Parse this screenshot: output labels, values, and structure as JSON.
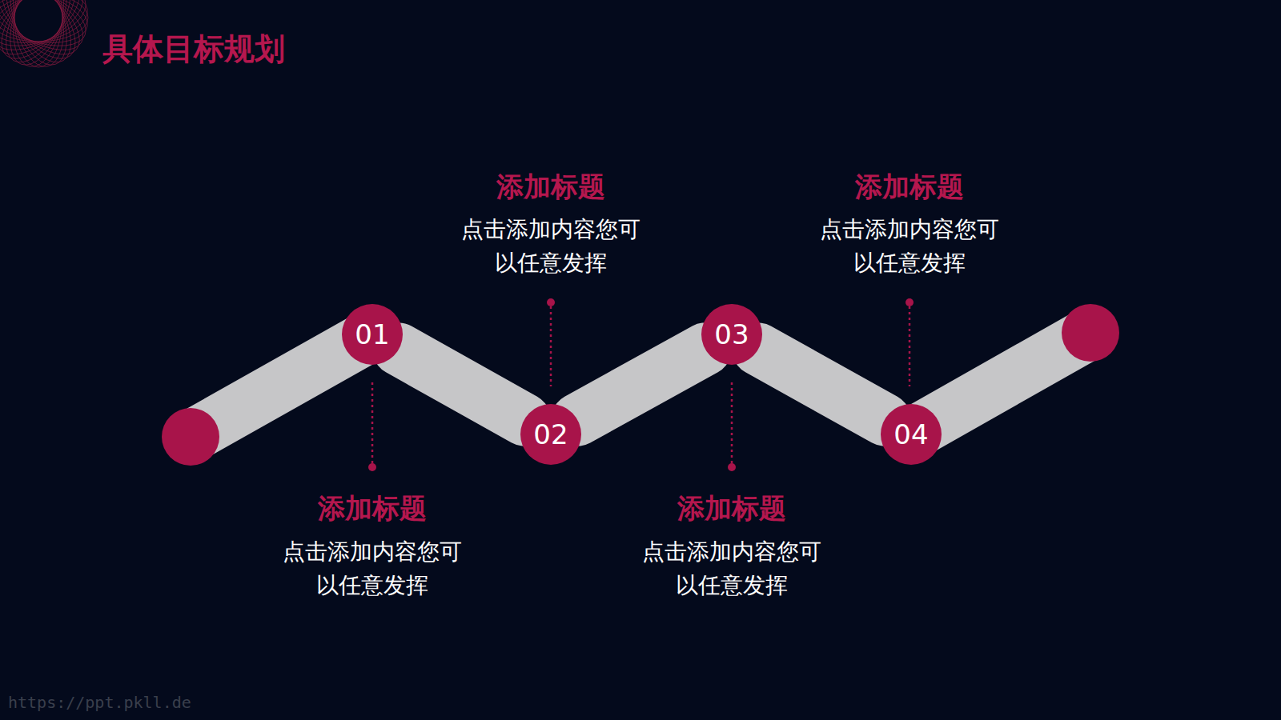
{
  "diagram": {
    "title": "具体目标规划",
    "nodes": [
      {
        "text": [
          "01"
        ]
      },
      {
        "text": [
          "02"
        ]
      },
      {
        "text": [
          "03"
        ]
      },
      {
        "text": [
          "04"
        ]
      }
    ],
    "edges": [
      {
        "from": 0,
        "to": 1,
        "arrow": "none"
      },
      {
        "from": 1,
        "to": 2,
        "arrow": "none"
      },
      {
        "from": 2,
        "to": 3,
        "arrow": "none"
      }
    ],
    "labels": [
      "添加标题",
      "点击添加内容您可 以任意发挥",
      "添加标题",
      "点击添加内容您可 以任意发挥",
      "添加标题",
      "点击添加内容您可 以任意发挥",
      "添加标题",
      "点击添加内容您可 以任意发挥",
      "https://ppt.pkll.de"
    ]
  }
}
